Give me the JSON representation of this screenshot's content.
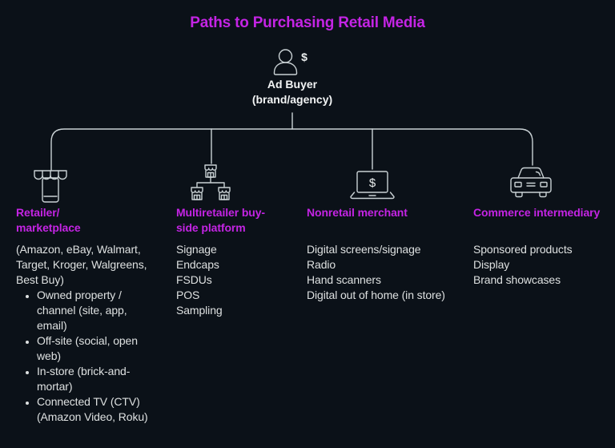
{
  "title": "Paths to Purchasing Retail Media",
  "colors": {
    "background": "#0b1118",
    "accent_magenta": "#c424e4",
    "body_text": "#dde0e0",
    "line_and_icon": "#c9d1d4"
  },
  "root": {
    "icon": "person-dollar-icon",
    "name": "Ad Buyer",
    "subtitle": "(brand/agency)",
    "dollar_sign": "$"
  },
  "columns": [
    {
      "icon": "storefront-mobile-icon",
      "heading_lines": [
        "Retailer/",
        "marketplace"
      ],
      "intro": "(Amazon, eBay, Walmart, Target, Kroger, Walgreens, Best Buy)",
      "bullets": [
        "Owned property / channel (site, app, email)",
        "Off-site (social, open web)",
        "In-store (brick-and-mortar)",
        "Connected TV (CTV) (Amazon Video, Roku)"
      ]
    },
    {
      "icon": "multi-storefront-network-icon",
      "heading_lines": [
        "Multiretailer buy-",
        "side platform"
      ],
      "items": [
        "Signage",
        "Endcaps",
        "FSDUs",
        "POS",
        "Sampling"
      ]
    },
    {
      "icon": "laptop-dollar-icon",
      "icon_dollar": "$",
      "heading_lines": [
        "Nonretail merchant"
      ],
      "items": [
        "Digital screens/signage",
        "Radio",
        "Hand scanners",
        "Digital out of home (in store)"
      ]
    },
    {
      "icon": "car-icon",
      "heading_lines": [
        "Commerce intermediary"
      ],
      "items": [
        "Sponsored products",
        "Display",
        "Brand showcases"
      ]
    }
  ]
}
